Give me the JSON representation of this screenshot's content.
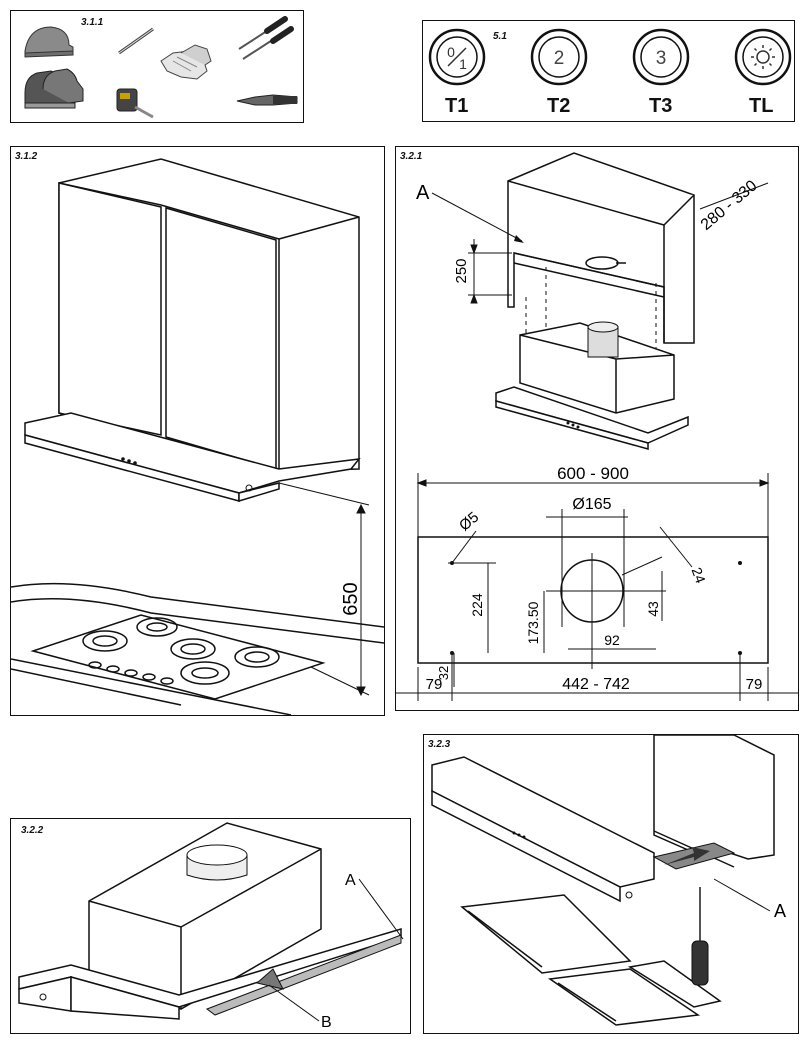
{
  "panels": {
    "tools": {
      "label": "3.1.1"
    },
    "controls": {
      "label": "5.1",
      "buttons": [
        {
          "glyph": "0/1",
          "label": "T1"
        },
        {
          "glyph": "2",
          "label": "T2"
        },
        {
          "glyph": "3",
          "label": "T3"
        },
        {
          "glyph": "light",
          "label": "TL"
        }
      ]
    },
    "installed": {
      "label": "3.1.2",
      "height_dim": "650"
    },
    "mounting": {
      "label": "3.2.1",
      "callout_a": "A",
      "dim_depth": "280 - 330",
      "dim_height": "250",
      "template": {
        "width": "600 - 900",
        "hole_dia": "Ø5",
        "duct_dia": "Ø165",
        "dim_24": "24",
        "dim_224": "224",
        "dim_17350": "173.50",
        "dim_43": "43",
        "dim_92": "92",
        "dim_32": "32",
        "dim_79_left": "79",
        "dim_442": "442 - 742",
        "dim_79_right": "79"
      }
    },
    "hood": {
      "label": "3.2.2",
      "callout_a": "A",
      "callout_b": "B"
    },
    "filters": {
      "label": "3.2.3",
      "callout_a": "A"
    }
  }
}
